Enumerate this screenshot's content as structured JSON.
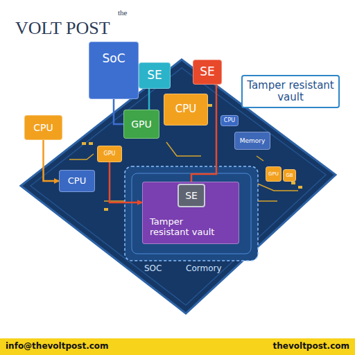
{
  "diagram": {
    "nodes": [
      {
        "text": [
          "SoC"
        ]
      },
      {
        "text": [
          "SE"
        ]
      },
      {
        "text": [
          "SE"
        ]
      },
      {
        "text": [
          "Tamper resistant vault"
        ]
      },
      {
        "text": [
          "CPU"
        ]
      },
      {
        "text": [
          "CPU"
        ]
      },
      {
        "text": [
          "GPU"
        ]
      },
      {
        "text": [
          "GPU"
        ]
      },
      {
        "text": [
          "CPU"
        ]
      },
      {
        "text": [
          "CPU"
        ]
      },
      {
        "text": [
          "Memory"
        ]
      },
      {
        "text": [
          "GPU"
        ]
      },
      {
        "text": [
          "GB"
        ]
      },
      {
        "text": [
          "Tamper resistant vault"
        ]
      },
      {
        "text": [
          "SE"
        ],
        "in": 13
      }
    ],
    "edges": [
      {
        "from": 4,
        "to": 8,
        "arrow": "to"
      },
      {
        "from": 0,
        "to": 6,
        "arrow": "none"
      },
      {
        "from": 1,
        "to": 6,
        "arrow": "none"
      },
      {
        "from": 2,
        "to": 14,
        "arrow": "none"
      },
      {
        "from": 7,
        "to": 13,
        "arrow": "to"
      }
    ],
    "labels": [
      "the",
      "VOLT POST",
      "SOC",
      "Cormory",
      "info@thevoltpost.com",
      "thevoltpost.com"
    ]
  }
}
